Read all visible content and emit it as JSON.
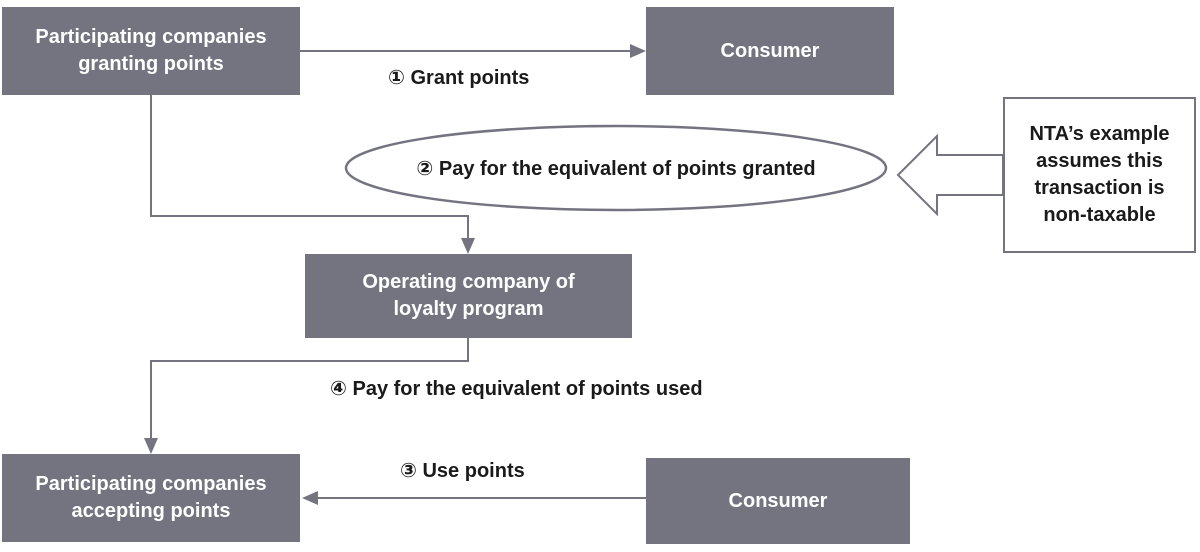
{
  "nodes": {
    "granting": "Participating companies\ngranting points",
    "consumer_top": "Consumer",
    "operating": "Operating company of\nloyalty program",
    "accepting": "Participating companies\naccepting points",
    "consumer_bottom": "Consumer"
  },
  "edges": {
    "grant": "① Grant points",
    "pay_granted": "② Pay for the equivalent of points granted",
    "use": "③ Use points",
    "pay_used": "④ Pay for the equivalent of points used"
  },
  "callout": "NTA’s example\nassumes this\ntransaction is\nnon-taxable",
  "colors": {
    "box_fill": "#747480",
    "box_text": "#ffffff",
    "line": "#747480",
    "text": "#1a1a1a"
  }
}
